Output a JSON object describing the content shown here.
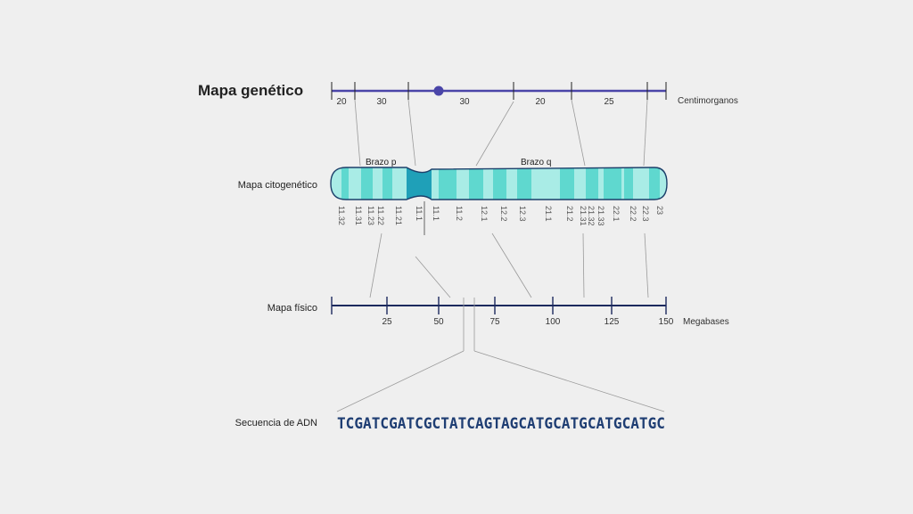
{
  "genetic_map": {
    "title": "Mapa genético",
    "unit": "Centimorganos",
    "segments": [
      "20",
      "30",
      "30",
      "20",
      "25"
    ]
  },
  "cyto_map": {
    "title": "Mapa citogenético",
    "arm_p": "Brazo p",
    "arm_q": "Brazo q",
    "bands": [
      "11.32",
      "11.31",
      "11.23",
      "11.22",
      "11.21",
      "11.1",
      "11.1",
      "11.2",
      "12.1",
      "12.2",
      "12.3",
      "21.1",
      "21.2",
      "21.31",
      "21.32",
      "21.33",
      "22.1",
      "22.2",
      "22.3",
      "23"
    ]
  },
  "physical_map": {
    "title": "Mapa físico",
    "unit": "Megabases",
    "ticks": [
      "25",
      "50",
      "75",
      "100",
      "125",
      "150"
    ]
  },
  "dna": {
    "title": "Secuencia de ADN",
    "sequence": "TCGATCGATCGCTATCAGTAGCATGCATGCATGCATGC"
  },
  "colors": {
    "genetic_line": "#4a45a8",
    "physical_line": "#1c2a5e",
    "chromosome_light": "#a9ece6",
    "chromosome_band": "#5fd8cf",
    "centromere": "#1fa0b8",
    "outline": "#1c3f6a",
    "dna_text": "#1f3e73"
  }
}
